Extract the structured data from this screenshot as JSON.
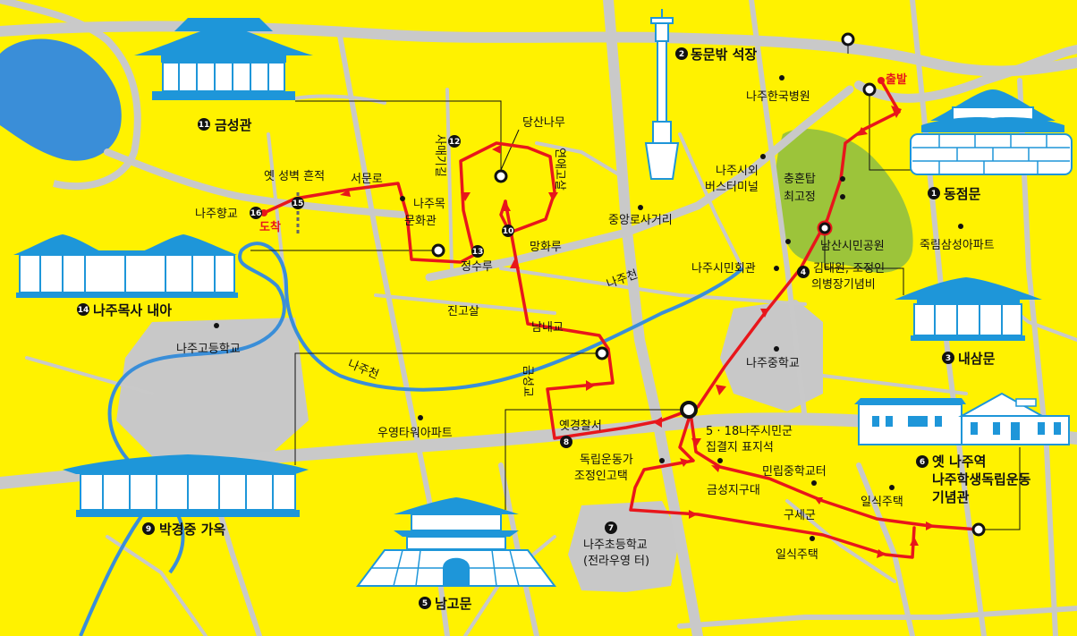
{
  "colors": {
    "background": "#fff200",
    "road": "#c9c9c9",
    "river": "#3a8ed8",
    "route": "#e8161b",
    "park": "#9cc43a",
    "landmark_blue": "#1e96d9",
    "school_gray": "#c8c8c8"
  },
  "start_label": "출발",
  "end_label": "도착",
  "stops": [
    {
      "num": "1",
      "label": "동점문"
    },
    {
      "num": "2",
      "label": "동문밖 석장"
    },
    {
      "num": "3",
      "label": "내삼문"
    },
    {
      "num": "4",
      "label_line1": "김태원, 조정인",
      "label_line2": "의병장기념비"
    },
    {
      "num": "5",
      "label": "남고문"
    },
    {
      "num": "6",
      "label_line1": "옛 나주역",
      "label_line2": "나주학생독립운동",
      "label_line3": "기념관"
    },
    {
      "num": "7",
      "label_line1": "나주초등학교",
      "label_line2": "(전라우영 터)"
    },
    {
      "num": "8",
      "label": "옛경찰서"
    },
    {
      "num": "9",
      "label": "박경중 가옥"
    },
    {
      "num": "10",
      "label": "망화루"
    },
    {
      "num": "11",
      "label": "금성관"
    },
    {
      "num": "12",
      "label": "사매기길"
    },
    {
      "num": "13",
      "label": "정수루"
    },
    {
      "num": "14",
      "label": "나주목사 내아"
    },
    {
      "num": "15",
      "label": "옛 성벽 흔적"
    },
    {
      "num": "16",
      "label": "나주향교"
    }
  ],
  "places": {
    "hospital": "나주한국병원",
    "bus_terminal_1": "나주시외",
    "bus_terminal_2": "버스터미널",
    "crossroad": "중앙로사거리",
    "chunghon": "충혼탑",
    "chogo": "최고정",
    "namsan_park": "남산시민공원",
    "city_hall": "나주시민회관",
    "apt_jukrim": "죽림삼성아파트",
    "middle_school": "나주중학교",
    "high_school": "나주고등학교",
    "apt_uyoung": "우영타워아파트",
    "memorial_518_1": "5 · 18나주시민군",
    "memorial_518_2": "집결지 표지석",
    "house_activist_1": "독립운동가",
    "house_activist_2": "조정인고택",
    "geumseong_gu": "금성지구대",
    "minrip": "민립중학교터",
    "japanese_house_1": "일식주택",
    "japanese_house_2": "일식주택",
    "gusegun": "구세군",
    "dangsan": "당산나무",
    "seomunro": "서문로",
    "munhwagwan_1": "나주목",
    "munhwagwan_2": "문화관",
    "yeonaegosal": "연애고살",
    "jingosal": "진고살",
    "namnaegyo": "남내교",
    "geumseonggyo": "금성교",
    "river_1": "나주천",
    "river_2": "나주천"
  }
}
